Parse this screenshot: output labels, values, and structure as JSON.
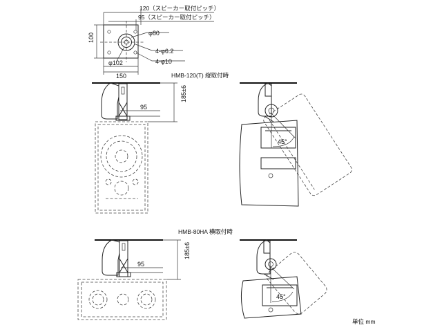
{
  "top_view": {
    "pitch_120": "120（スピーカー取付ピッチ）",
    "pitch_95": "95（スピーカー取付ピッチ）",
    "dim_100": "100",
    "dim_150": "150",
    "phi80": "φ80",
    "holes_62": "4-φ6.2",
    "phi102": "φ102",
    "holes_10": "4-φ10"
  },
  "vertical_mount": {
    "title": "HMB-120(T) 縦取付時",
    "height": "185±6",
    "offset": "95",
    "angle": "45°"
  },
  "horizontal_mount": {
    "title": "HMB-80HA 横取付時",
    "height": "185±6",
    "offset": "95",
    "angle": "45°"
  },
  "unit_label": "単位 mm"
}
